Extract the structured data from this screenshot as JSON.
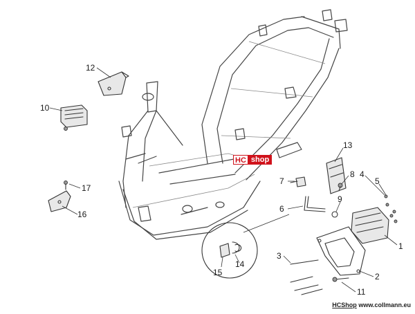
{
  "callouts": [
    {
      "id": "1",
      "label": "1"
    },
    {
      "id": "2",
      "label": "2"
    },
    {
      "id": "3",
      "label": "3"
    },
    {
      "id": "4",
      "label": "4"
    },
    {
      "id": "5",
      "label": "5"
    },
    {
      "id": "6",
      "label": "6"
    },
    {
      "id": "7",
      "label": "7"
    },
    {
      "id": "8",
      "label": "8"
    },
    {
      "id": "9",
      "label": "9"
    },
    {
      "id": "10",
      "label": "10"
    },
    {
      "id": "11",
      "label": "11"
    },
    {
      "id": "12",
      "label": "12"
    },
    {
      "id": "13",
      "label": "13"
    },
    {
      "id": "14",
      "label": "14"
    },
    {
      "id": "15",
      "label": "15"
    },
    {
      "id": "16",
      "label": "16"
    },
    {
      "id": "17",
      "label": "17"
    }
  ],
  "watermark": {
    "part_a": "HC",
    "part_b": "shop"
  },
  "credit": {
    "brand": "HCShop",
    "site": "www.collmann.eu"
  },
  "colors": {
    "brand_red": "#d0121b",
    "line": "#333333",
    "background": "#ffffff"
  }
}
